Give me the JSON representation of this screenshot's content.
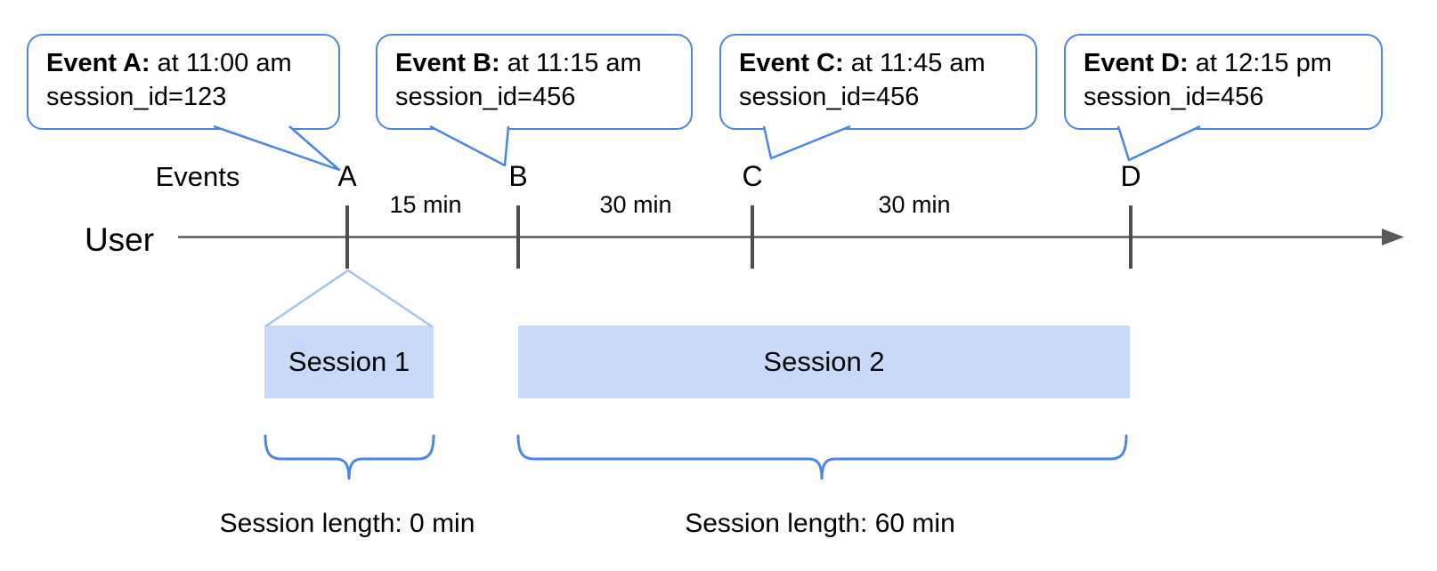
{
  "diagram": {
    "row_labels": {
      "events": "Events",
      "user": "User"
    },
    "events": [
      {
        "label": "A",
        "callout": {
          "name": "Event A:",
          "time": " at 11:00 am",
          "session": "session_id=123"
        }
      },
      {
        "label": "B",
        "callout": {
          "name": "Event B:",
          "time": " at 11:15 am",
          "session": "session_id=456"
        }
      },
      {
        "label": "C",
        "callout": {
          "name": "Event C:",
          "time": " at 11:45 am",
          "session": "session_id=456"
        }
      },
      {
        "label": "D",
        "callout": {
          "name": "Event D:",
          "time": " at 12:15 pm",
          "session": "session_id=456"
        }
      }
    ],
    "intervals": [
      "15 min",
      "30 min",
      "30 min"
    ],
    "sessions": [
      {
        "label": "Session 1",
        "length": "Session length: 0 min"
      },
      {
        "label": "Session 2",
        "length": "Session length: 60 min"
      }
    ],
    "icons": {
      "timeline_arrow": "right-arrowhead"
    },
    "colors": {
      "callout_border": "#4a86e8",
      "brace": "#4a86e8",
      "session_fill": "#c9daf8",
      "funnel_line": "#a4c2f4",
      "axis": "#595959",
      "tick": "#4d4d4d",
      "text": "#000000"
    }
  }
}
